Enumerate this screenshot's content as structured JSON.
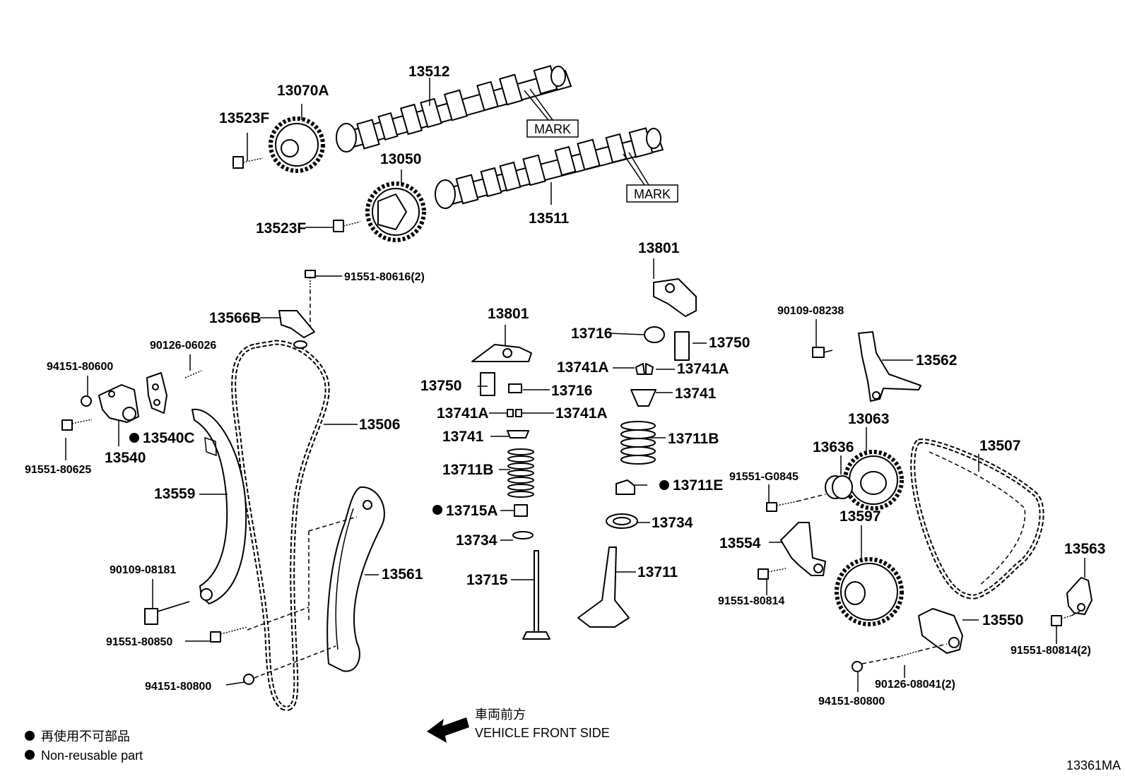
{
  "labels": {
    "p13523F_a": "13523F",
    "p13070A": "13070A",
    "p13512": "13512",
    "mark1": "MARK",
    "p13050": "13050",
    "mark2": "MARK",
    "p13523F_b": "13523F",
    "p13511": "13511",
    "p91551_80616": "91551-80616(2)",
    "p13801_a": "13801",
    "p13566B": "13566B",
    "p13801_b": "13801",
    "p13716_a": "13716",
    "p13750_a": "13750",
    "p90109_08238": "90109-08238",
    "p90126_06026": "90126-06026",
    "p94151_80600": "94151-80600",
    "p13741A_a": "13741A",
    "p13741A_b": "13741A",
    "p13562": "13562",
    "p13750_b": "13750",
    "p13716_b": "13716",
    "p13741_a": "13741",
    "p13741A_c": "13741A",
    "p13741A_d": "13741A",
    "p13506": "13506",
    "p13063": "13063",
    "p13540C": "13540C",
    "p13741_b": "13741",
    "p13711B_a": "13711B",
    "p13636": "13636",
    "p13507": "13507",
    "p91551_80625": "91551-80625",
    "p13540": "13540",
    "p13711B_b": "13711B",
    "p91551_G0845": "91551-G0845",
    "p13711E": "13711E",
    "p13559": "13559",
    "p13715A": "13715A",
    "p13597": "13597",
    "p13734_a": "13734",
    "p13554": "13554",
    "p13734_b": "13734",
    "p13563": "13563",
    "p13711": "13711",
    "p90109_08181": "90109-08181",
    "p13561": "13561",
    "p13715": "13715",
    "p91551_80814": "91551-80814",
    "p13550": "13550",
    "p91551_80850": "91551-80850",
    "p91551_80814_2": "91551-80814(2)",
    "p94151_80800_a": "94151-80800",
    "p90126_08041": "90126-08041(2)",
    "p94151_80800_b": "94151-80800"
  },
  "direction": {
    "jp": "車両前方",
    "en": "VEHICLE FRONT SIDE"
  },
  "legend": {
    "jp": "再使用不可部品",
    "en": "Non-reusable part"
  },
  "figure_id": "13361MA"
}
